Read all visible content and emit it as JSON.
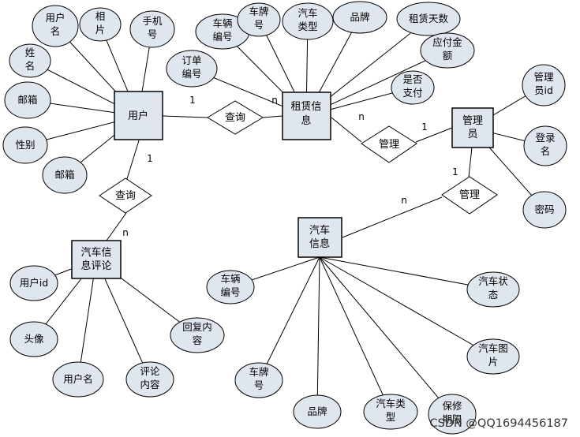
{
  "entities": {
    "user": "用户",
    "rental": "租赁信息",
    "admin": "管理员",
    "car": "汽车信息",
    "review": "汽车信息评论"
  },
  "relationships": {
    "query_user_rental": "查询",
    "manage_rental_admin": "管理",
    "manage_admin_car": "管理",
    "query_user_review": "查询"
  },
  "attributes": {
    "user": [
      "用户名",
      "相片",
      "手机号",
      "姓名",
      "邮箱",
      "性别",
      "邮箱"
    ],
    "rental": [
      "车辆编号",
      "车牌号",
      "汽车类型",
      "品牌",
      "租赁天数",
      "应付金额",
      "是否支付",
      "订单编号"
    ],
    "admin": [
      "管理员id",
      "登录名",
      "密码"
    ],
    "car": [
      "车辆编号",
      "汽车状态",
      "汽车图片",
      "保修期限",
      "汽车类型",
      "品牌",
      "车牌号"
    ],
    "review": [
      "用户id",
      "头像",
      "用户名",
      "评论内容",
      "回复内容"
    ]
  },
  "cardinalities": {
    "user_query_rental_user": "1",
    "user_query_rental_rental": "n",
    "rental_manage_admin_rental": "n",
    "rental_manage_admin_admin": "1",
    "admin_manage_car_admin": "1",
    "admin_manage_car_car": "n",
    "user_query_review_user": "1",
    "user_query_review_review": "n"
  },
  "watermark": "CSDN @QQ1694456187"
}
